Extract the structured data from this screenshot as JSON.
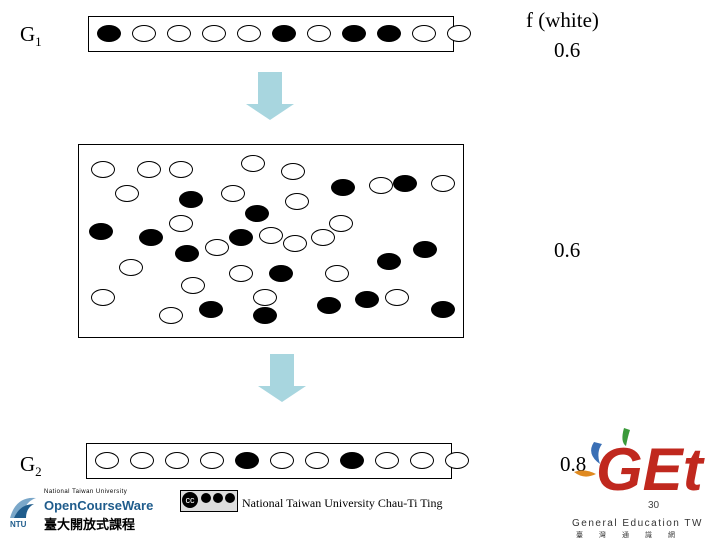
{
  "labels": {
    "g1_letter": "G",
    "g1_sub": "1",
    "g2_letter": "G",
    "g2_sub": "2",
    "f_white": "f (white)",
    "val_top": "0.6",
    "val_mid": "0.6",
    "val_bottom": "0.8"
  },
  "colors": {
    "arrow": "#a8d6df",
    "ocw_blue": "#1f5c8c",
    "get_red": "#c0281e"
  },
  "top_row": [
    "black",
    "white",
    "white",
    "white",
    "white",
    "black",
    "white",
    "black",
    "black",
    "white",
    "white"
  ],
  "bottom_row": [
    "white",
    "white",
    "white",
    "white",
    "black",
    "white",
    "white",
    "black",
    "white",
    "white",
    "white"
  ],
  "footer": {
    "credit": "National Taiwan University Chau-Ti Ting",
    "page_number": "30",
    "ocw_line1": "National Taiwan University",
    "ocw_line2": "OpenCourseWare",
    "ocw_cn": "臺大開放式課程",
    "ntu_mark": "NTU",
    "cc_text": "cc",
    "get_logo": "GEt",
    "get_sub": "General Education TW",
    "get_cn": "臺灣通識網"
  }
}
